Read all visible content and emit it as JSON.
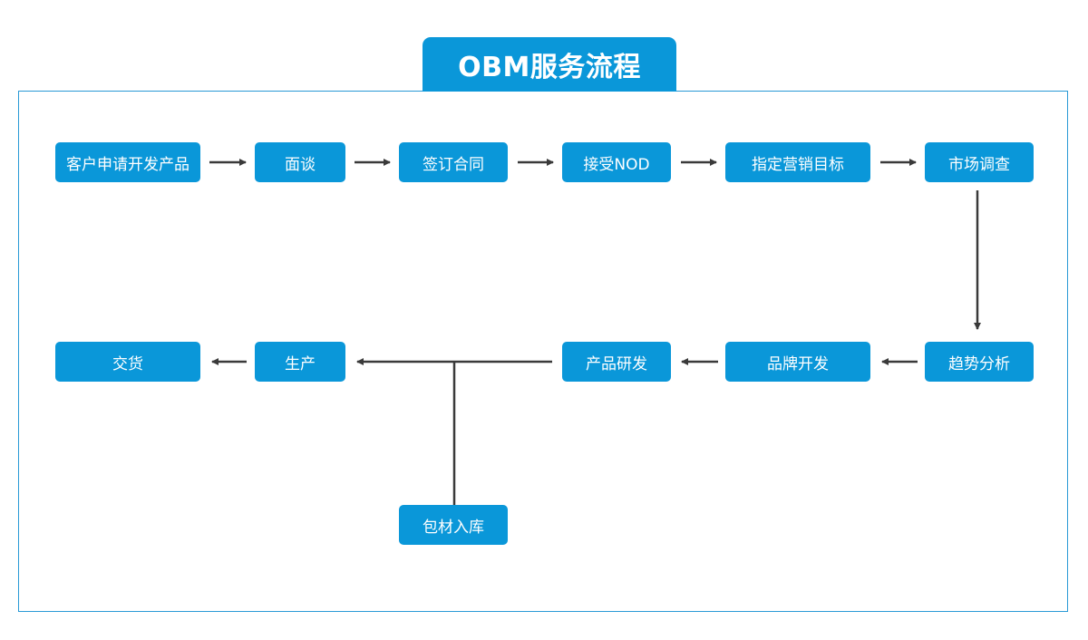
{
  "title": "OBM服务流程",
  "colors": {
    "accent": "#0a97d9",
    "frame": "#2a9ad6",
    "connector": "#3a3a3a",
    "node_text": "#ffffff"
  },
  "nodes": {
    "apply": "客户申请开发产品",
    "interview": "面谈",
    "contract": "签订合同",
    "nod": "接受NOD",
    "marketing": "指定营销目标",
    "research": "市场调查",
    "trend": "趋势分析",
    "brand": "品牌开发",
    "product": "产品研发",
    "production": "生产",
    "delivery": "交货",
    "packaging": "包材入库"
  }
}
